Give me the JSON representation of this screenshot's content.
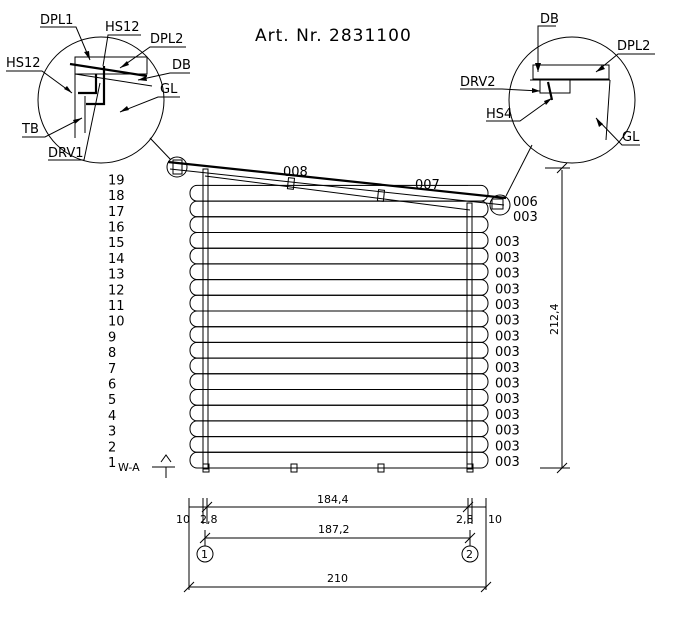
{
  "title": "Art. Nr. 2831100",
  "left_detail_labels": {
    "dpl1": "DPL1",
    "hs12_top": "HS12",
    "dpl2": "DPL2",
    "hs12_left": "HS12",
    "db": "DB",
    "gl": "GL",
    "tb": "TB",
    "drv1": "DRV1"
  },
  "right_detail_labels": {
    "db": "DB",
    "dpl2": "DPL2",
    "drv2": "DRV2",
    "hs4": "HS4",
    "gl": "GL"
  },
  "roof_labels": {
    "part_008": "008",
    "part_007": "007",
    "part_006": "006",
    "part_003_top": "003"
  },
  "course_numbers": [
    "1",
    "2",
    "3",
    "4",
    "5",
    "6",
    "7",
    "8",
    "9",
    "10",
    "11",
    "12",
    "13",
    "14",
    "15",
    "16",
    "17",
    "18",
    "19"
  ],
  "course_codes": [
    "003",
    "003",
    "003",
    "003",
    "003",
    "003",
    "003",
    "003",
    "003",
    "003",
    "003",
    "003",
    "003",
    "003",
    "003"
  ],
  "wall_label": "W-A",
  "dimensions": {
    "height": "212,4",
    "inner_width": "184,4",
    "left_offset": "10",
    "left_post": "2,8",
    "right_post": "2,8",
    "right_offset": "10",
    "axis_width": "187,2",
    "total_width": "210"
  },
  "axis_markers": {
    "left": "1",
    "right": "2"
  }
}
